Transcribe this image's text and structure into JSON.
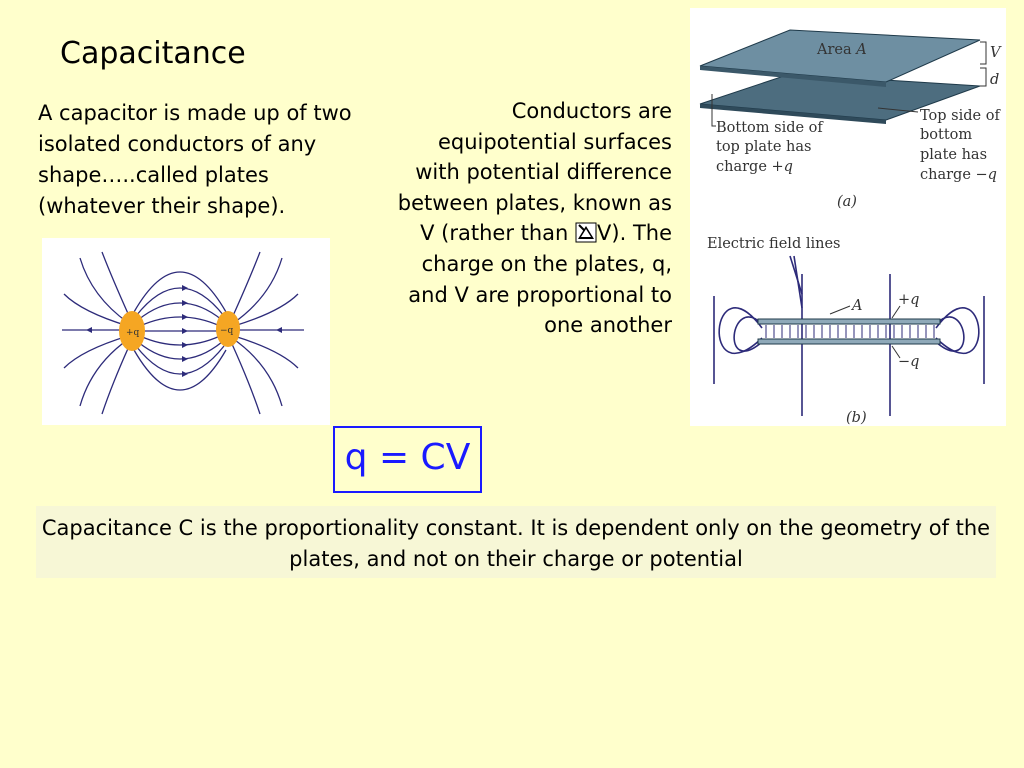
{
  "slide": {
    "title": "Capacitance",
    "left_text": "A capacitor is made up of two isolated conductors of any shape…..called plates (whatever their shape).",
    "right_text_before": "Conductors are equipotential surfaces with potential difference between plates, known as V (rather than ",
    "right_text_after": "V). The charge on the plates, q, and V are proportional to one another",
    "equation": "q = CV",
    "bottom_text": "Capacitance C is the proportionality constant. It is dependent only on the geometry of the plates, and not on their charge or potential"
  },
  "fig_left": {
    "plus_label": "+q",
    "minus_label": "−q"
  },
  "fig_right": {
    "area_label": "Area ",
    "area_var": "A",
    "v_label": "V",
    "d_label": "d",
    "bottom_side_line1": "Bottom side of",
    "bottom_side_line2": "top plate has",
    "bottom_side_line3": "charge +",
    "bottom_side_var": "q",
    "top_side_line1": "Top side of",
    "top_side_line2": "bottom",
    "top_side_line3": "plate has",
    "top_side_line4": "charge −",
    "top_side_var": "q",
    "caption_a": "(a)",
    "efield_label": "Electric field lines",
    "a_label": "A",
    "plus_q": "+q",
    "minus_q": "−q",
    "caption_b": "(b)"
  },
  "colors": {
    "background": "#ffffcc",
    "equation": "#1a1aff",
    "field_lines": "#2d2b7a",
    "charge": "#f5a623"
  },
  "icons": {
    "inline_symbol": "delta-v-glyph-icon"
  }
}
